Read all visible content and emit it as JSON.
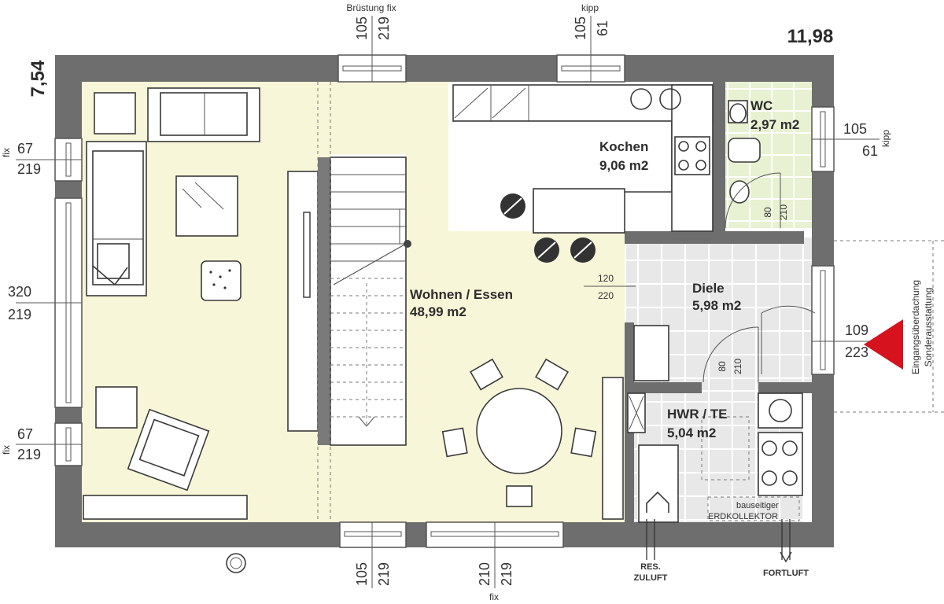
{
  "plan": {
    "total_width": "11,98",
    "total_depth": "7,54",
    "rooms": {
      "living": {
        "name": "Wohnen / Essen",
        "area": "48,99 m2"
      },
      "kitchen": {
        "name": "Kochen",
        "area": "9,06 m2"
      },
      "wc": {
        "name": "WC",
        "area": "2,97 m2"
      },
      "hall": {
        "name": "Diele",
        "area": "5,98 m2"
      },
      "utility": {
        "name": "HWR / TE",
        "area": "5,04 m2"
      }
    },
    "windows": {
      "top_left": {
        "label": "Brüstung fix",
        "width": "105",
        "height": "219"
      },
      "top_right": {
        "label": "kipp",
        "width": "105",
        "height": "61"
      },
      "right_wc": {
        "width": "105",
        "height": "61",
        "label": "kipp"
      },
      "left_top": {
        "label": "fix",
        "width": "67",
        "height": "219"
      },
      "left_mid": {
        "width": "320",
        "height": "219"
      },
      "left_bottom": {
        "label": "fix",
        "width": "67",
        "height": "219"
      },
      "bottom_left": {
        "width": "105",
        "height": "219"
      },
      "bottom_mid": {
        "width": "210",
        "height": "219",
        "label": "fix"
      }
    },
    "doors": {
      "kitchen_opening": {
        "width": "120",
        "height": "220"
      },
      "wc_door": {
        "width": "80",
        "height": "210"
      },
      "utility_door": {
        "width": "80",
        "height": "210"
      },
      "entrance": {
        "width": "109",
        "height": "223"
      }
    },
    "notes": {
      "canopy_line1": "Eingangsüberdachung",
      "canopy_line2": "Sonderausstattung",
      "collector_line1": "bauseitiger",
      "collector_line2": "ERDKOLLEKTOR",
      "supply_line1": "RES.",
      "supply_line2": "ZULUFT",
      "exhaust": "FORTLUFT"
    },
    "colors": {
      "living_floor": "#f8f6d8",
      "wc_floor": "#e9f2d4",
      "tile_floor": "#ececec",
      "walls": "#6e6e6e",
      "entrance_marker": "#d5121e"
    }
  }
}
